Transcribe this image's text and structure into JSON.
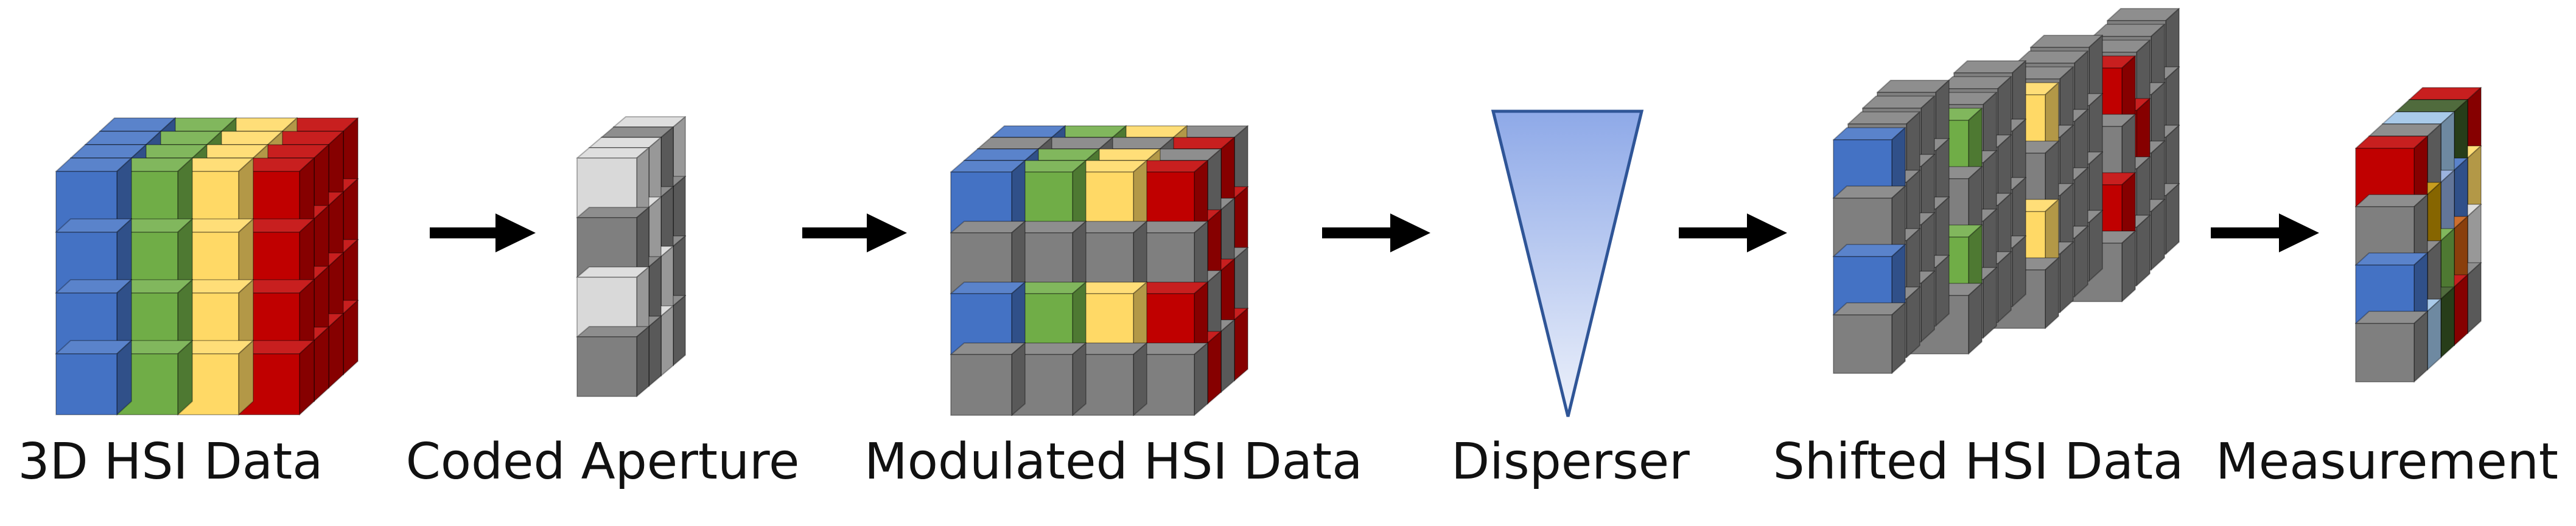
{
  "stages": [
    {
      "label": "3D HSI Data"
    },
    {
      "label": "Coded Aperture"
    },
    {
      "label": "Modulated HSI Data"
    },
    {
      "label": "Disperser"
    },
    {
      "label": "Shifted HSI Data"
    },
    {
      "label": "Measurement"
    }
  ],
  "colors": {
    "band_blue": "#4472C4",
    "band_green": "#70AD47",
    "band_yellow": "#FFD966",
    "band_red": "#C00000",
    "mask_gray": "#7F7F7F",
    "mask_white": "#D9D9D9",
    "prism_top": "#8EA9E8",
    "prism_bottom": "#EEF2FB",
    "prism_stroke": "#2F5597",
    "arrow": "#000000"
  },
  "icons": [
    "right-arrow-icon",
    "prism-icon",
    "cube-icon"
  ]
}
